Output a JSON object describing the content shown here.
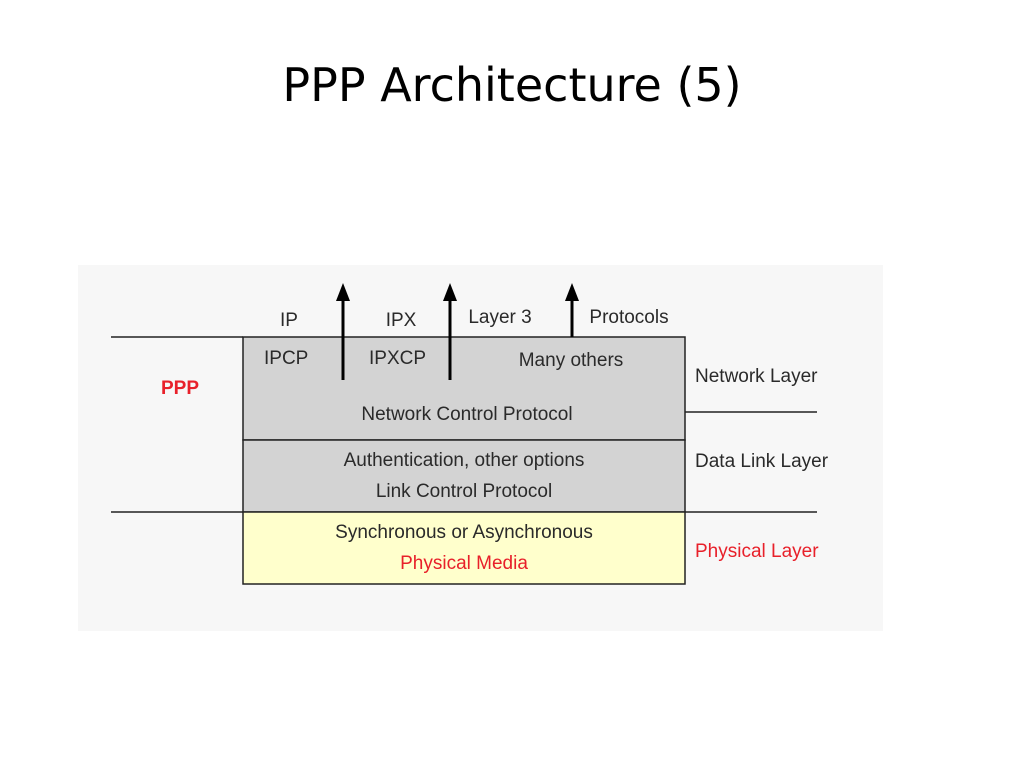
{
  "slide": {
    "title": "PPP Architecture (5)"
  },
  "diagram": {
    "protocol_name": "PPP",
    "upper_protocols": [
      "IP",
      "IPX",
      "Layer 3",
      "Protocols"
    ],
    "network_control": {
      "members": [
        "IPCP",
        "IPXCP",
        "Many others"
      ],
      "label": "Network Control Protocol"
    },
    "link_control": {
      "options": "Authentication, other options",
      "label": "Link Control Protocol"
    },
    "physical": {
      "description": "Synchronous or Asynchronous",
      "label": "Physical Media"
    },
    "layers": {
      "network": "Network Layer",
      "data_link": "Data Link Layer",
      "physical": "Physical Layer"
    },
    "colors": {
      "control_box": "#d3d3d3",
      "physical_box": "#ffffcc",
      "accent_red": "#e8202a",
      "text": "#2a2a2a"
    }
  }
}
